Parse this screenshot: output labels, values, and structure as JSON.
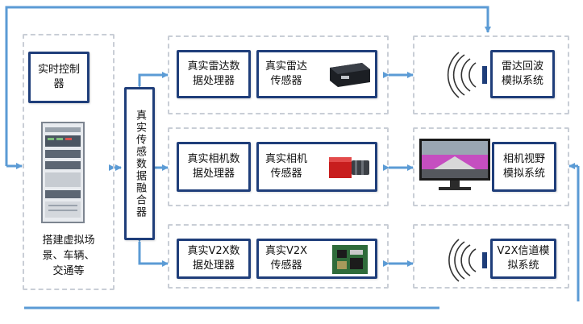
{
  "diagram": {
    "realtime_controller": "实时控制\n器",
    "simulation_host": "搭建虚拟场\n景、车辆、\n交通等",
    "fusion": "真实传感数据融合器",
    "rows": [
      {
        "processor": "真实雷达数\n据处理器",
        "sensor": "真实雷达\n传感器",
        "simulator": "雷达回波\n模拟系统"
      },
      {
        "processor": "真实相机数\n据处理器",
        "sensor": "真实相机\n传感器",
        "simulator": "相机视野\n模拟系统"
      },
      {
        "processor": "真实V2X数\n据处理器",
        "sensor": "真实V2X\n传感器",
        "simulator": "V2X信道模\n拟系统"
      }
    ]
  },
  "colors": {
    "border": "#1f3e7a",
    "arrow": "#5b9bd5",
    "dashed": "#c9ced6"
  }
}
